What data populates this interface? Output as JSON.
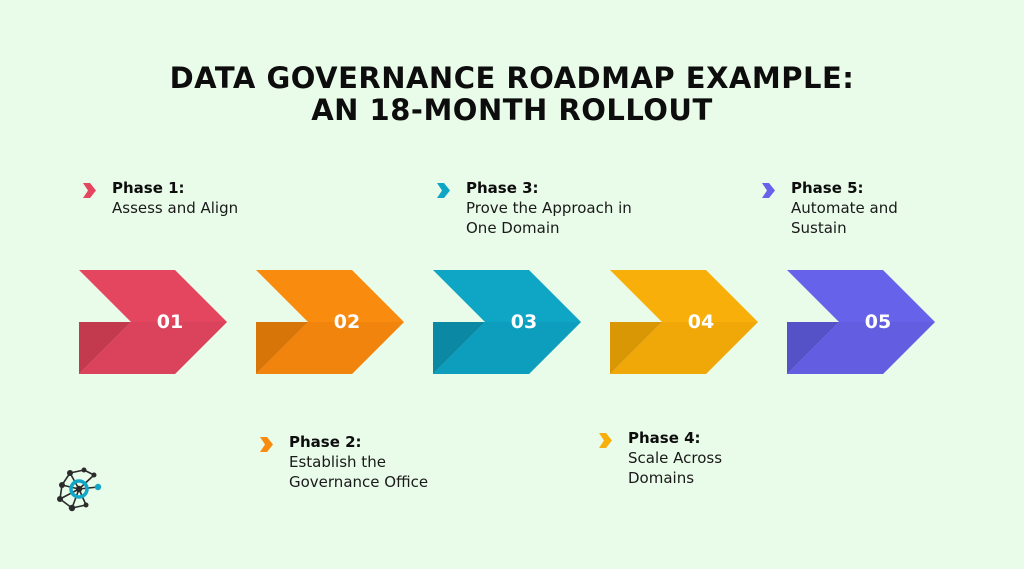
{
  "title": {
    "line1": "DATA GOVERNANCE ROADMAP EXAMPLE:",
    "line2": "AN 18-MONTH ROLLOUT"
  },
  "phases": [
    {
      "number": "01",
      "phase": "Phase 1:",
      "desc_lines": [
        "Assess and Align"
      ],
      "color": "#e5465f",
      "dark": "#c33a4f",
      "mid": "#d4405a",
      "icon": "chevron-right-icon"
    },
    {
      "number": "02",
      "phase": "Phase 2:",
      "desc_lines": [
        "Establish the",
        "Governance Office"
      ],
      "color": "#f98b0f",
      "dark": "#d77508",
      "mid": "#e9800c",
      "icon": "chevron-right-icon"
    },
    {
      "number": "03",
      "phase": "Phase 3:",
      "desc_lines": [
        "Prove the Approach in",
        "One Domain"
      ],
      "color": "#0fa6c6",
      "dark": "#0b89a4",
      "mid": "#0d98b6",
      "icon": "chevron-right-icon"
    },
    {
      "number": "04",
      "phase": "Phase 4:",
      "desc_lines": [
        "Scale Across",
        "Domains"
      ],
      "color": "#f8af0a",
      "dark": "#d99605",
      "mid": "#e9a207",
      "icon": "chevron-right-icon"
    },
    {
      "number": "05",
      "phase": "Phase 5:",
      "desc_lines": [
        "Automate and",
        "Sustain"
      ],
      "color": "#6662ea",
      "dark": "#5552c8",
      "mid": "#5e5ad9",
      "icon": "chevron-right-icon"
    }
  ],
  "logo": {
    "icon": "network-logo-icon"
  }
}
